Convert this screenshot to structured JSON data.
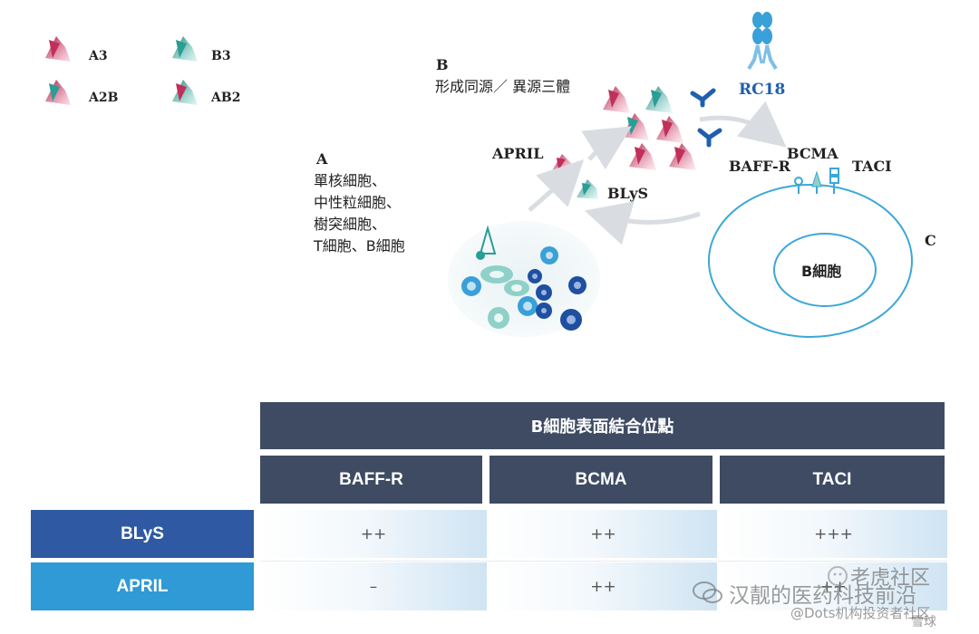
{
  "legend": {
    "items": [
      {
        "label": "A3"
      },
      {
        "label": "B3"
      },
      {
        "label": "A2B"
      },
      {
        "label": "AB2"
      }
    ]
  },
  "diagram": {
    "section_b": {
      "letter": "B",
      "caption": "形成同源／ 異源三體"
    },
    "section_a": {
      "letter": "A",
      "lines": [
        "單核細胞、",
        "中性粒細胞、",
        "樹突細胞、",
        "T細胞、B細胞"
      ]
    },
    "section_c": {
      "letter": "C",
      "cell_label": "B細胞"
    },
    "labels": {
      "rc18": "RC18",
      "april": "APRIL",
      "blys": "BLyS",
      "baffr": "BAFF-R",
      "bcma": "BCMA",
      "taci": "TACI"
    },
    "colors": {
      "red": "#c0305a",
      "teal": "#2a9d95",
      "blue_line": "#3ba7d8",
      "rc18": "#1f5fae"
    }
  },
  "table": {
    "title": "B細胞表面結合位點",
    "columns": [
      "BAFF-R",
      "BCMA",
      "TACI"
    ],
    "rows": [
      {
        "label": "BLyS",
        "color": "#2f5aa3",
        "values": [
          "++",
          "++",
          "+++"
        ]
      },
      {
        "label": "APRIL",
        "color": "#2f9ad5",
        "values": [
          "–",
          "++",
          "++"
        ]
      }
    ]
  },
  "watermark": {
    "brand": "雪球",
    "community": "老虎社区",
    "channel": "汉靓的医药科技前沿",
    "handle": "@Dots机构投资者社区"
  }
}
